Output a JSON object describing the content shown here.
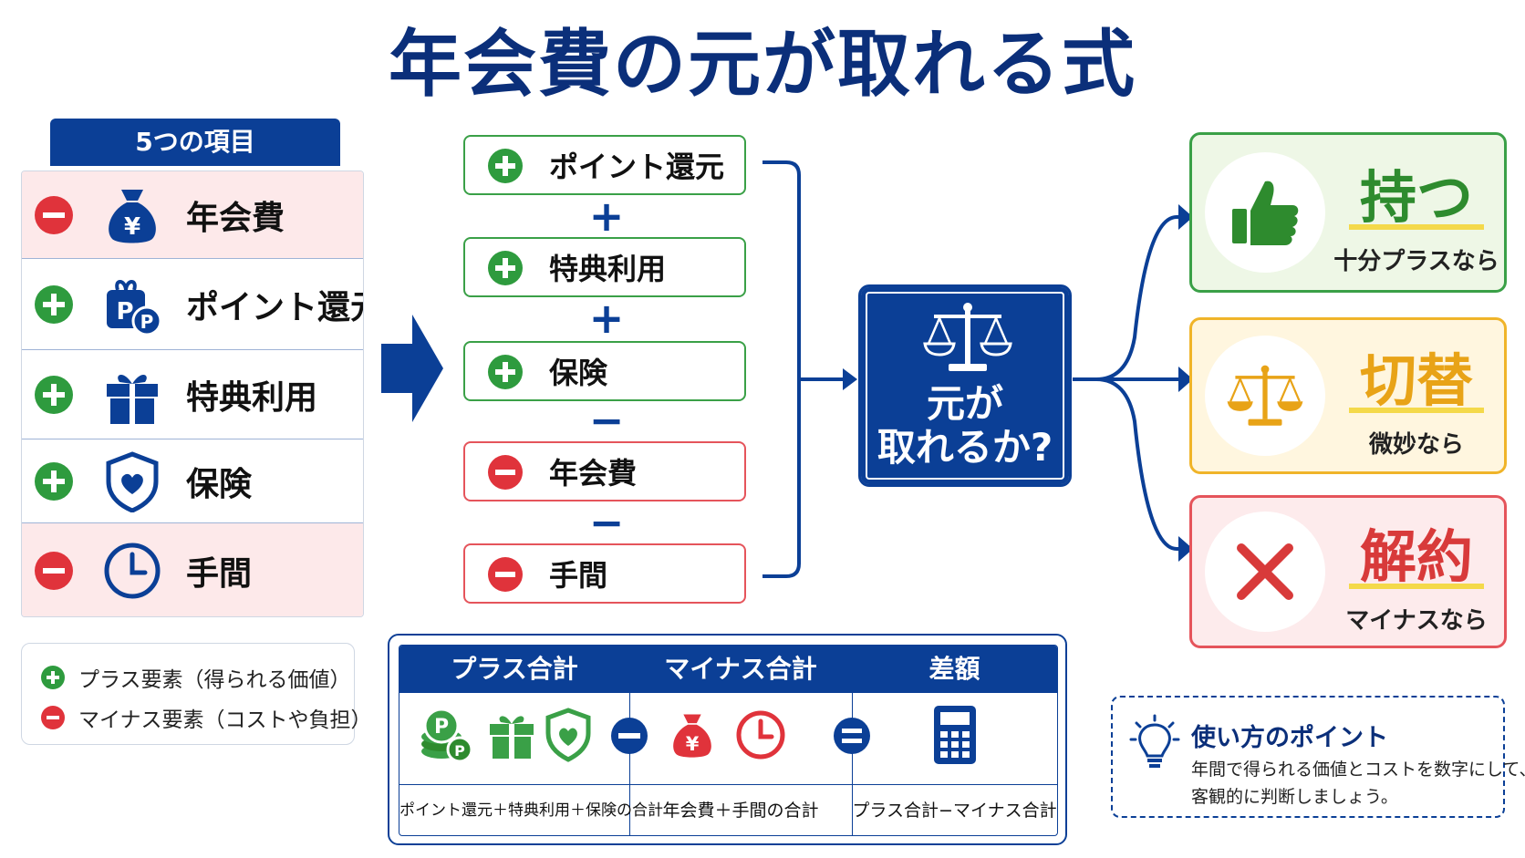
{
  "title": "年会費の元が取れる式",
  "items_header": "5つの項目",
  "items": [
    {
      "sign": "minus",
      "label": "年会費",
      "icon": "money-bag-icon"
    },
    {
      "sign": "plus",
      "label": "ポイント還元",
      "icon": "points-icon"
    },
    {
      "sign": "plus",
      "label": "特典利用",
      "icon": "gift-icon"
    },
    {
      "sign": "plus",
      "label": "保険",
      "icon": "shield-heart-icon"
    },
    {
      "sign": "minus",
      "label": "手間",
      "icon": "clock-icon"
    }
  ],
  "legend": {
    "plus": "プラス要素（得られる価値）",
    "minus": "マイナス要素（コストや負担）"
  },
  "flow": {
    "items": [
      {
        "sign": "plus",
        "label": "ポイント還元"
      },
      {
        "sign": "plus",
        "label": "特典利用"
      },
      {
        "sign": "plus",
        "label": "保険"
      },
      {
        "sign": "minus",
        "label": "年会費"
      },
      {
        "sign": "minus",
        "label": "手間"
      }
    ],
    "operators": [
      "+",
      "+",
      "−",
      "−"
    ]
  },
  "center": {
    "line1": "元が",
    "line2": "取れるか?"
  },
  "results": [
    {
      "big": "持つ",
      "small": "十分プラスなら",
      "color": "#2e8b2e",
      "bg": "#eef7e6",
      "border": "#3aa047",
      "icon": "thumbs-up-icon"
    },
    {
      "big": "切替",
      "small": "微妙なら",
      "color": "#e8a317",
      "bg": "#fff6df",
      "border": "#f0b429",
      "icon": "scale-icon"
    },
    {
      "big": "解約",
      "small": "マイナスなら",
      "color": "#d83a3a",
      "bg": "#fdebec",
      "border": "#e5545b",
      "icon": "x-mark-icon"
    }
  ],
  "calc": {
    "headers": [
      "プラス合計",
      "マイナス合計",
      "差額"
    ],
    "footers": [
      "ポイント還元＋特典利用＋保険の合計",
      "年会費＋手間の合計",
      "プラス合計−マイナス合計"
    ]
  },
  "tip": {
    "heading": "使い方のポイント",
    "line1": "年間で得られる価値とコストを数字にして、",
    "line2": "客観的に判断しましょう。"
  },
  "colors": {
    "navy": "#0b3f96",
    "green": "#2e9b3e",
    "red": "#e0333b",
    "yellow": "#f4d94a"
  }
}
